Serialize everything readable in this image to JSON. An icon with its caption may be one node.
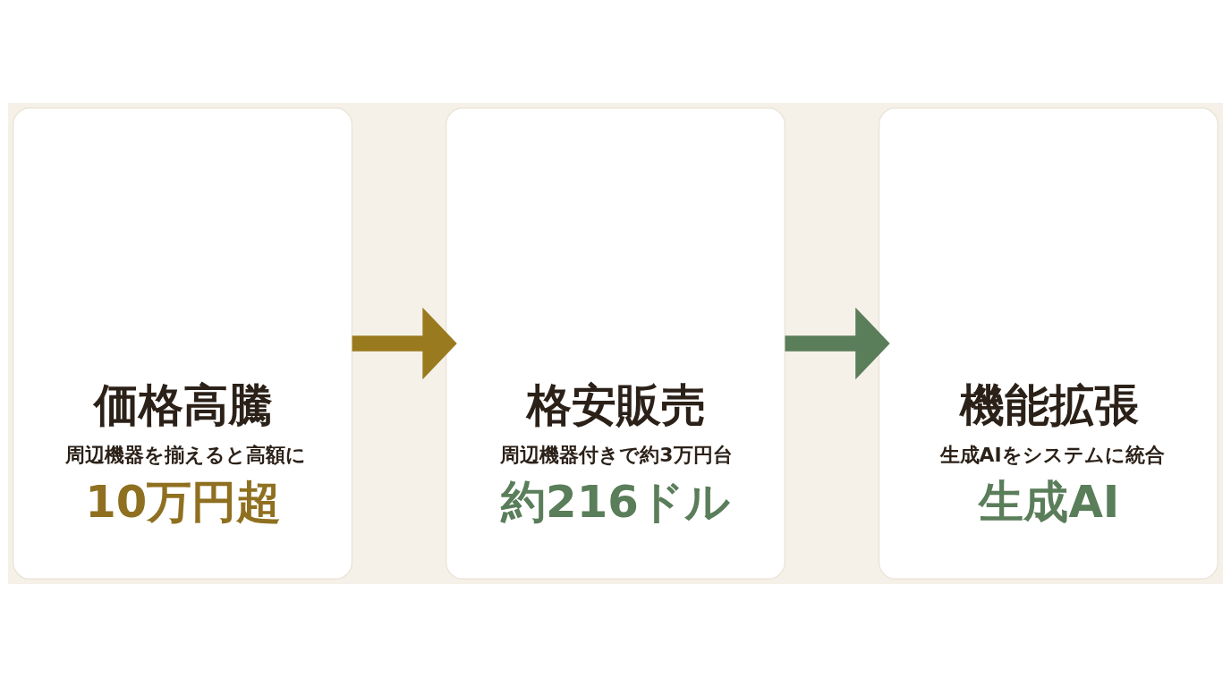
{
  "diagram": {
    "nodes": [
      {
        "text": [
          "価格高騰",
          "周辺機器を揃えると高額に",
          "10万円超"
        ]
      },
      {
        "text": [
          "格安販売",
          "周辺機器付きで約3万円台",
          "約216ドル"
        ]
      },
      {
        "text": [
          "機能拡張",
          "生成AIをシステムに統合",
          "生成AI"
        ]
      }
    ],
    "edges": [
      {
        "from": 0,
        "to": 1,
        "arrow": "to",
        "color": "#9a7a1e"
      },
      {
        "from": 1,
        "to": 2,
        "arrow": "to",
        "color": "#5a7d5a"
      }
    ]
  }
}
